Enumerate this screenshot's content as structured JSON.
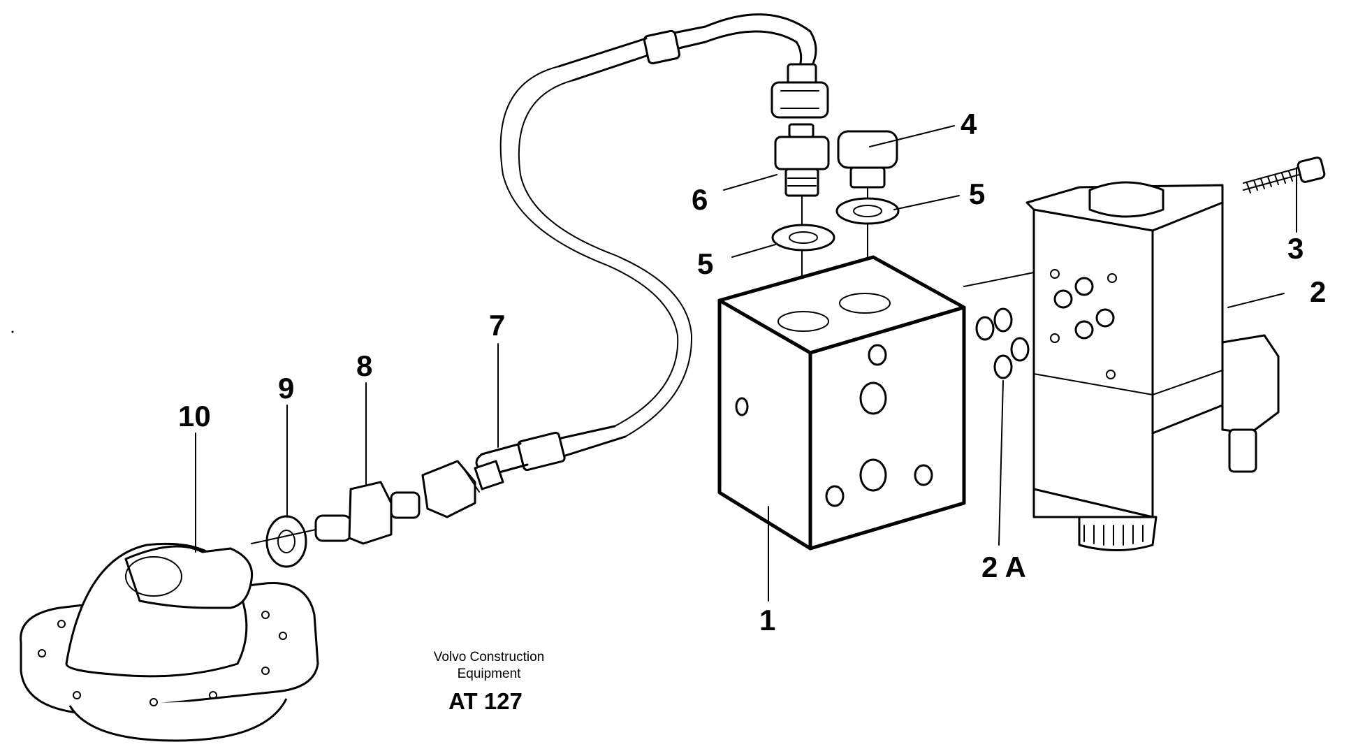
{
  "callouts": {
    "c1": "1",
    "c2": "2",
    "c2a": "2 A",
    "c3": "3",
    "c4": "4",
    "c5a": "5",
    "c5b": "5",
    "c6": "6",
    "c7": "7",
    "c8": "8",
    "c9": "9",
    "c10": "10"
  },
  "caption": {
    "line1": "Volvo Construction",
    "line2": "Equipment",
    "code": "AT 127"
  },
  "colors": {
    "ink": "#000000",
    "paper": "#ffffff"
  }
}
